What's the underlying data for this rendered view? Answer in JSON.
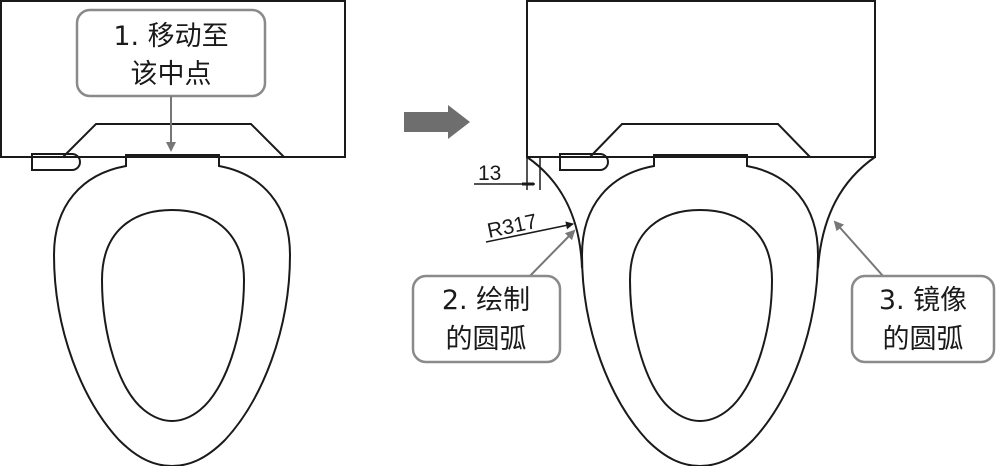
{
  "callouts": {
    "step1": {
      "line1": "1. 移动至",
      "line2": "该中点"
    },
    "step2": {
      "line1": "2. 绘制",
      "line2": "的圆弧"
    },
    "step3": {
      "line1": "3. 镜像",
      "line2": "的圆弧"
    }
  },
  "dimensions": {
    "offset": "13",
    "radius": "R317"
  },
  "colors": {
    "stroke": "#1a1a1a",
    "callout_border": "#8a8a8a",
    "arrow": "#777777",
    "background": "#ffffff"
  },
  "icons": {
    "transition": "right-arrow-icon"
  }
}
